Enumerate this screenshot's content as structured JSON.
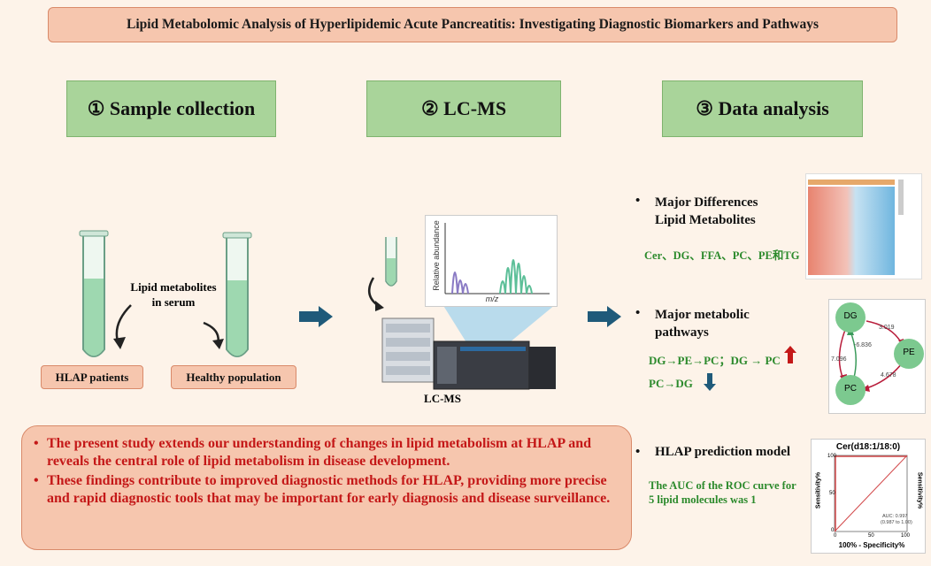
{
  "title": "Lipid Metabolomic Analysis of Hyperlipidemic Acute Pancreatitis: Investigating Diagnostic Biomarkers and Pathways",
  "steps": [
    "① Sample collection",
    "② LC-MS",
    "③ Data analysis"
  ],
  "sample": {
    "label": "Lipid metabolites\nin serum",
    "label_line1": "Lipid metabolites",
    "label_line2": "in serum",
    "patients": "HLAP patients",
    "healthy": "Healthy population"
  },
  "lcms": {
    "label": "LC-MS",
    "ylabel": "Relative abundance",
    "xlabel": "m/z"
  },
  "analysis": {
    "diff_title_1": "Major Differences",
    "diff_title_2": "Lipid Metabolites",
    "diff_list": "Cer、DG、FFA、PC、PE和TG",
    "path_title_1": "Major metabolic",
    "path_title_2": "pathways",
    "path_up": "DG→PE→PC；DG → PC",
    "path_down": "PC→DG",
    "pred_title": "HLAP prediction model",
    "auc_line1": "The AUC of the ROC curve for",
    "auc_line2": "5 lipid molecules was 1"
  },
  "network": {
    "nodes": [
      "DG",
      "PE",
      "PC"
    ],
    "edges": [
      "3.019",
      "-6.836",
      "7.096",
      "4.678"
    ]
  },
  "roc": {
    "title": "Cer(d18:1/18:0)",
    "xlabel": "100% - Specificity%",
    "ylabel": "Sensitivity%",
    "ylabel_right": "Sensitivity%",
    "auc": "AUC: 0.997",
    "ci": "(0.987 to 1.00)",
    "ticks_x": [
      "0",
      "50",
      "100"
    ],
    "ticks_y": [
      "0",
      "50",
      "100"
    ]
  },
  "conclusions": [
    "The present study extends our understanding of changes in lipid metabolism at HLAP and reveals the central role of lipid metabolism in disease development.",
    "These findings contribute to improved diagnostic methods for HLAP, providing more precise and rapid diagnostic tools that may be important for early diagnosis and disease surveillance."
  ],
  "colors": {
    "header": "#f6c6ae",
    "step": "#a9d49a",
    "arrow": "#1f5a7a",
    "text_red": "#c41818",
    "text_green": "#2c8a2c",
    "up_arrow": "#c41818"
  }
}
